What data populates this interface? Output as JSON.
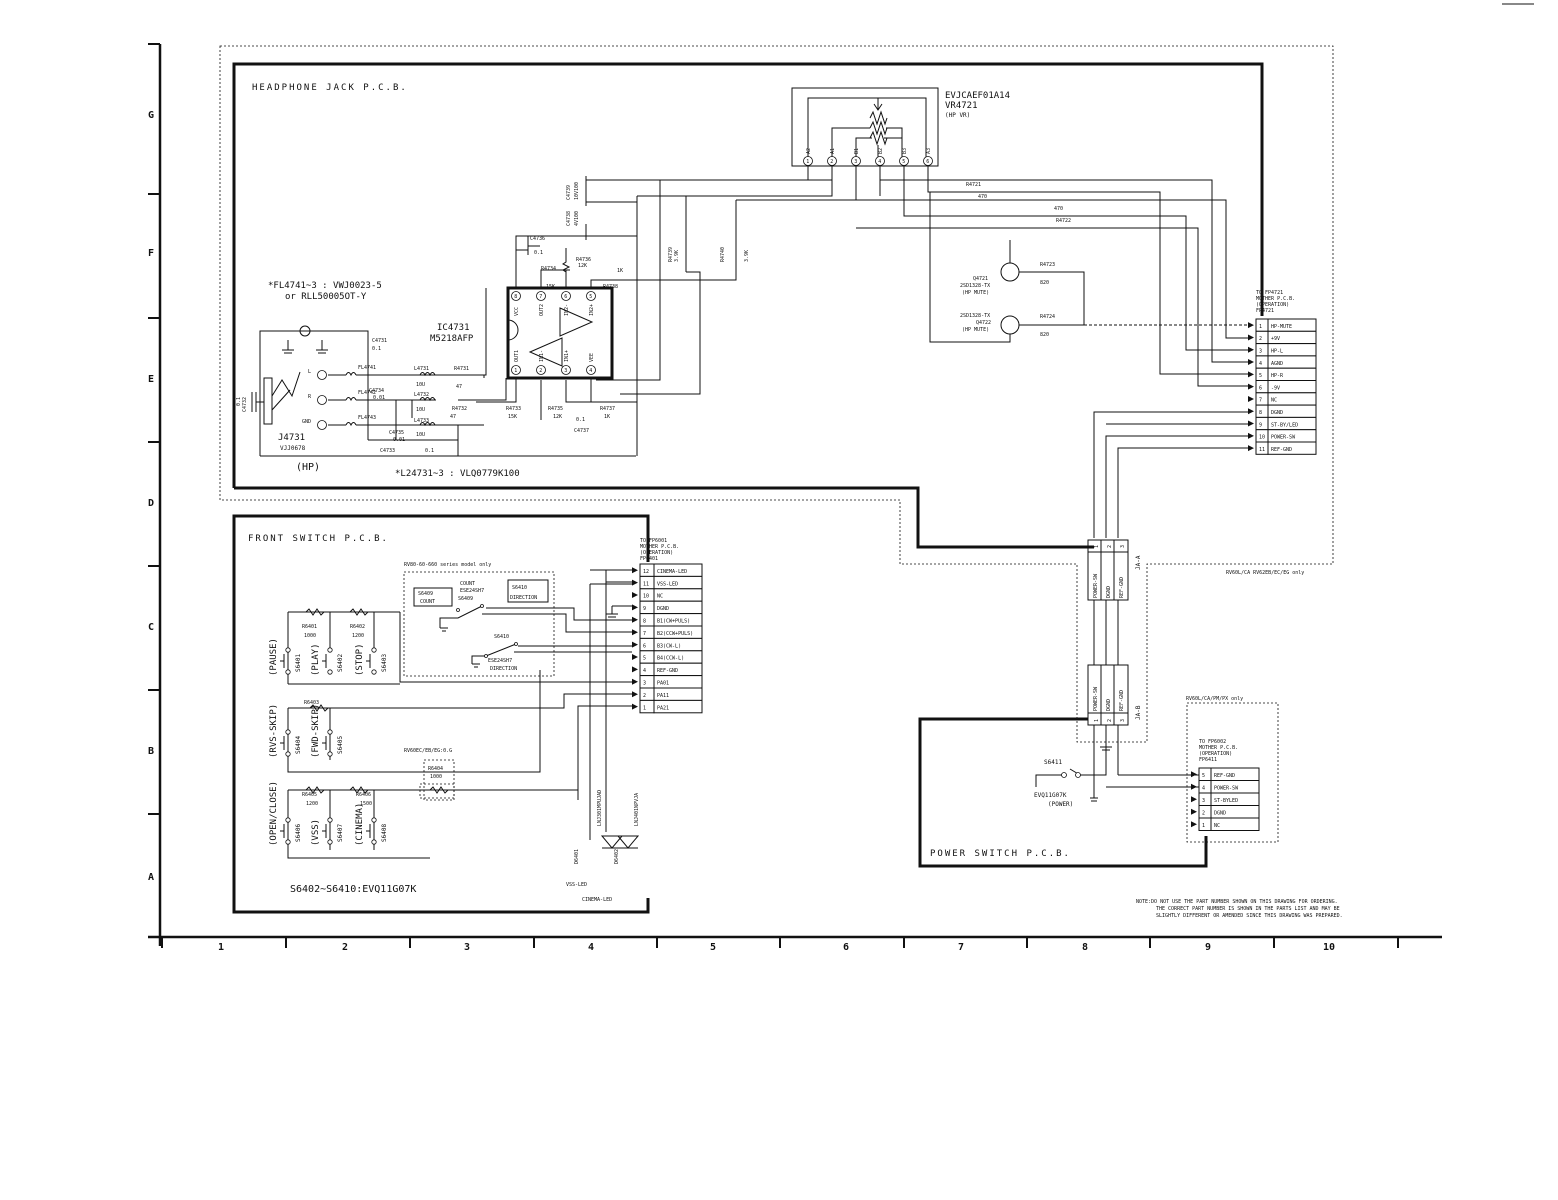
{
  "grid": {
    "rows": [
      "G",
      "F",
      "E",
      "D",
      "C",
      "B",
      "A"
    ],
    "cols": [
      "1",
      "2",
      "3",
      "4",
      "5",
      "6",
      "7",
      "8",
      "9",
      "10"
    ]
  },
  "headphone": {
    "title": "HEADPHONE JACK P.C.B.",
    "vr_part": "EVJCAEF01A14",
    "vr_ref": "VR4721",
    "vr_sub": "(HP VR)",
    "vr_pins": [
      "A2",
      "A1",
      "B1",
      "B2",
      "B3",
      "A3"
    ],
    "vr_pin_nums": [
      "1",
      "2",
      "3",
      "4",
      "5",
      "6"
    ],
    "fl_note": "*FL4741~3 : VWJ0023-5",
    "fl_note2": "or RLL50005OT-Y",
    "ic_ref": "IC4731",
    "ic_part": "M5218AFP",
    "ic_pins_top": [
      "8",
      "7",
      "6",
      "5"
    ],
    "ic_labels_top": [
      "VCC",
      "OUT2",
      "IN2-",
      "IN2+"
    ],
    "ic_pins_bot": [
      "1",
      "2",
      "3",
      "4"
    ],
    "ic_labels_bot": [
      "OUT1",
      "IN1-",
      "IN1+",
      "VEE"
    ],
    "jack_ref": "J4731",
    "jack_part": "VJJ0678",
    "jack_sub": "(HP)",
    "jack_pins": [
      "L",
      "R",
      "GND"
    ],
    "l_note": "*L24731~3 : VLQ0779K100",
    "caps": [
      "C4731",
      "C4732",
      "C4733",
      "C4734",
      "C4735",
      "C4736",
      "C4737",
      "C4738",
      "C4739"
    ],
    "cap_vals": [
      "0.1",
      "0.01",
      "10V100",
      "4V100",
      "0.1"
    ],
    "resistors": [
      "R4721",
      "R4722",
      "R4723",
      "R4724",
      "R4731",
      "R4732",
      "R4733",
      "R4734",
      "R4735",
      "R4736",
      "R4737",
      "R4738",
      "R4739",
      "R4740"
    ],
    "res_vals": [
      "470",
      "47",
      "15K",
      "12K",
      "1K",
      "3.9K",
      "820"
    ],
    "inductors": [
      "L4731",
      "L4732",
      "L4733"
    ],
    "ind_val": "10U",
    "fls": [
      "FL4741",
      "FL4742",
      "FL4743"
    ],
    "transistors": [
      "Q4721",
      "Q4722"
    ],
    "tr_part": "2SD1328-TX",
    "tr_sub": "(HP MUTE)",
    "to_label": "TO FP4721",
    "to_sub1": "MOTHER P.C.B.",
    "to_sub2": "(OPERATION)",
    "to_sub3": "FP4721",
    "pins": [
      {
        "n": "1",
        "l": "HP-MUTE"
      },
      {
        "n": "2",
        "l": "+9V"
      },
      {
        "n": "3",
        "l": "HP-L"
      },
      {
        "n": "4",
        "l": "AGND"
      },
      {
        "n": "5",
        "l": "HP-R"
      },
      {
        "n": "6",
        "l": "-9V"
      },
      {
        "n": "7",
        "l": "NC"
      },
      {
        "n": "8",
        "l": "DGND"
      },
      {
        "n": "9",
        "l": "ST-BY/LED"
      },
      {
        "n": "10",
        "l": "POWER-SW"
      },
      {
        "n": "11",
        "l": "REF-GND"
      }
    ]
  },
  "front": {
    "title": "FRONT SWITCH P.C.B.",
    "to_label": "TO FP6001",
    "to_sub1": "MOTHER P.C.B.",
    "to_sub2": "(OPERATION)",
    "to_sub3": "FP6401",
    "pins": [
      {
        "n": "12",
        "l": "CINEMA-LED"
      },
      {
        "n": "11",
        "l": "VSS-LED"
      },
      {
        "n": "10",
        "l": "NC"
      },
      {
        "n": "9",
        "l": "DGND"
      },
      {
        "n": "8",
        "l": "B1(CW+PULS)"
      },
      {
        "n": "7",
        "l": "B2(CCW+PULS)"
      },
      {
        "n": "6",
        "l": "B3(CW-L)"
      },
      {
        "n": "5",
        "l": "B4(CCW-L)"
      },
      {
        "n": "4",
        "l": "REF-GND"
      },
      {
        "n": "3",
        "l": "PA01"
      },
      {
        "n": "2",
        "l": "PA11"
      },
      {
        "n": "1",
        "l": "PA21"
      }
    ],
    "series_note": "RV80-60-660 series model only",
    "count_ref": "S6409",
    "count_label": "COUNT",
    "count_part_label": "COUNT",
    "enc_part": "ESE24SH7",
    "dir_ref": "S6410",
    "dir_label": "DIRECTION",
    "dir_sw": "S6410",
    "enc_part2": "ESE24SH7",
    "dir_label2": "DIRECTION",
    "count_sw": "S6409",
    "res": [
      {
        "r": "R6401",
        "v": "1000"
      },
      {
        "r": "R6402",
        "v": "1200"
      },
      {
        "r": "R6403",
        "v": ""
      },
      {
        "r": "R6404",
        "v": "1000"
      },
      {
        "r": "R6405",
        "v": "1200"
      },
      {
        "r": "R6406",
        "v": "1500"
      }
    ],
    "r6404_note": "RV60EC/EB/EG:0.G",
    "switches": [
      {
        "ref": "S6401",
        "lbl": "(PAUSE)"
      },
      {
        "ref": "S6402",
        "lbl": "(PLAY)"
      },
      {
        "ref": "S6403",
        "lbl": "(STOP)"
      },
      {
        "ref": "S6404",
        "lbl": "(RVS-SKIP)"
      },
      {
        "ref": "S6405",
        "lbl": "(FWD-SKIP)"
      },
      {
        "ref": "S6406",
        "lbl": "(OPEN/CLOSE)"
      },
      {
        "ref": "S6407",
        "lbl": "(VSS)"
      },
      {
        "ref": "S6408",
        "lbl": "(CINEMA)"
      }
    ],
    "leds": [
      {
        "ref": "D6401",
        "part": "LNJ301MPUJAD"
      },
      {
        "ref": "D6402",
        "part": "LNJ401NPVJA"
      }
    ],
    "sw_note": "S6402~S6410:EVQ11G07K",
    "vss_led": "VSS-LED",
    "cinema_led": "CINEMA-LED"
  },
  "connectors": {
    "ja_a": "JA-A",
    "ja_b": "JA-B",
    "labels": [
      "POWER-SW",
      "DGND",
      "REF-GND"
    ],
    "nums": [
      "1",
      "2",
      "3"
    ],
    "note_a": "RV60L/CA RV62EB/EC/EG only"
  },
  "power": {
    "title": "POWER SWITCH P.C.B.",
    "sw_ref": "S6411",
    "sw_part": "EVQ11G07K",
    "sw_sub": "(POWER)",
    "model_note": "RV60L/CA/PM/PX only",
    "to_label": "TO FP6002",
    "to_sub1": "MOTHER P.C.B.",
    "to_sub2": "(OPERATION)",
    "to_sub3": "FP6411",
    "pins": [
      {
        "n": "5",
        "l": "REF-GND"
      },
      {
        "n": "4",
        "l": "POWER-SW"
      },
      {
        "n": "3",
        "l": "ST-BYLED"
      },
      {
        "n": "2",
        "l": "DGND"
      },
      {
        "n": "1",
        "l": "NC"
      }
    ]
  },
  "note": [
    "NOTE:DO NOT USE THE PART NUMBER SHOWN ON THIS DRAWING FOR ORDERING.",
    "THE CORRECT PART NUMBER IS SHOWN IN THE PARTS LIST AND MAY BE",
    "SLIGHTLY DIFFERENT OR AMENDED SINCE THIS DRAWING WAS PREPARED."
  ]
}
